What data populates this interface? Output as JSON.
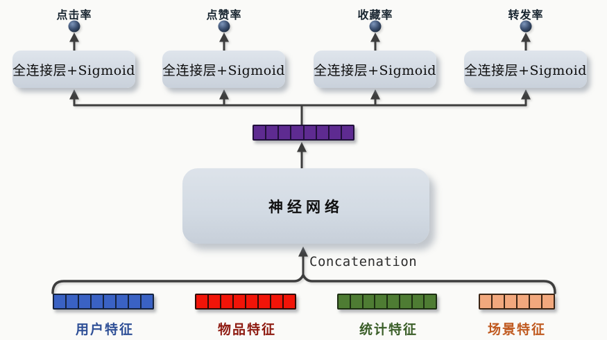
{
  "diagram": {
    "outputs": [
      {
        "label": "点击率"
      },
      {
        "label": "点赞率"
      },
      {
        "label": "收藏率"
      },
      {
        "label": "转发率"
      }
    ],
    "fc_layer": {
      "label": "全连接层+Sigmoid"
    },
    "hidden_vector": {
      "segments": 8,
      "color": "#5e2b91",
      "border": "#20103a"
    },
    "network": {
      "label": "神经网络"
    },
    "concatenation": {
      "label": "Concatenation"
    },
    "features": [
      {
        "label": "用户特征",
        "segments": 8,
        "color": "#3a62c4",
        "border": "#15233f",
        "label_color": "#2e4f96"
      },
      {
        "label": "物品特征",
        "segments": 8,
        "color": "#f21408",
        "border": "#2f0b06",
        "label_color": "#8e1a10"
      },
      {
        "label": "统计特征",
        "segments": 8,
        "color": "#4e7c33",
        "border": "#1c2e12",
        "label_color": "#3a5e28"
      },
      {
        "label": "场景特征",
        "segments": 6,
        "color": "#f2a87d",
        "border": "#3a2414",
        "label_color": "#c05a20"
      }
    ],
    "arrow_color": "#3d3d3d",
    "dot_color": "#2c3e55",
    "box_fill": "#d3dae3"
  }
}
